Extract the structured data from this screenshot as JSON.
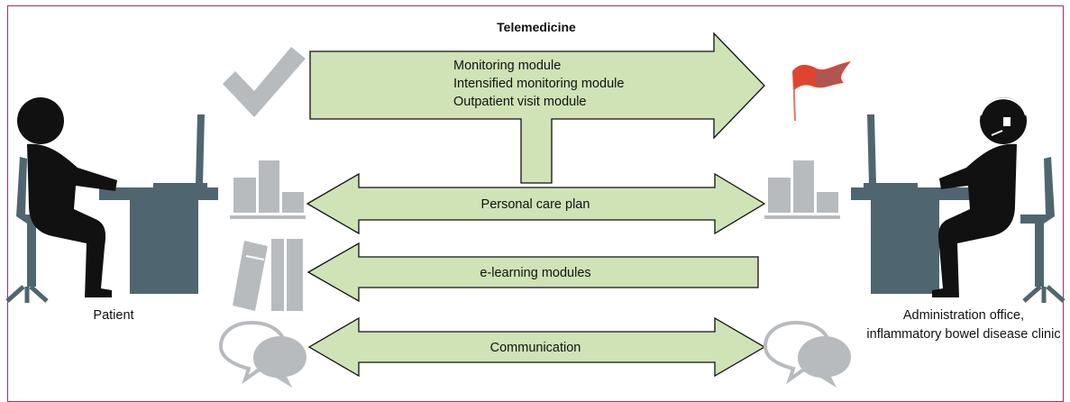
{
  "title": "Telemedicine",
  "arrows": {
    "main_lines": [
      "Monitoring module",
      "Intensified monitoring module",
      "Outpatient visit module"
    ],
    "personal_care_plan": "Personal care plan",
    "elearning": "e-learning modules",
    "communication": "Communication"
  },
  "left_label": "Patient",
  "right_label_lines": [
    "Administration office,",
    "inflammatory bowel disease clinic"
  ],
  "icons": [
    "check-icon",
    "flag-icon",
    "bar-chart-icon",
    "books-icon",
    "speech-bubbles-icon",
    "person-at-computer-icon",
    "person-with-headset-icon"
  ],
  "colors": {
    "arrow_fill": "#cfe3b6",
    "icon_grey": "#b8bbbe",
    "desk_slate": "#4f6670",
    "flag_red": "#e0442e",
    "border": "#a0306a"
  }
}
